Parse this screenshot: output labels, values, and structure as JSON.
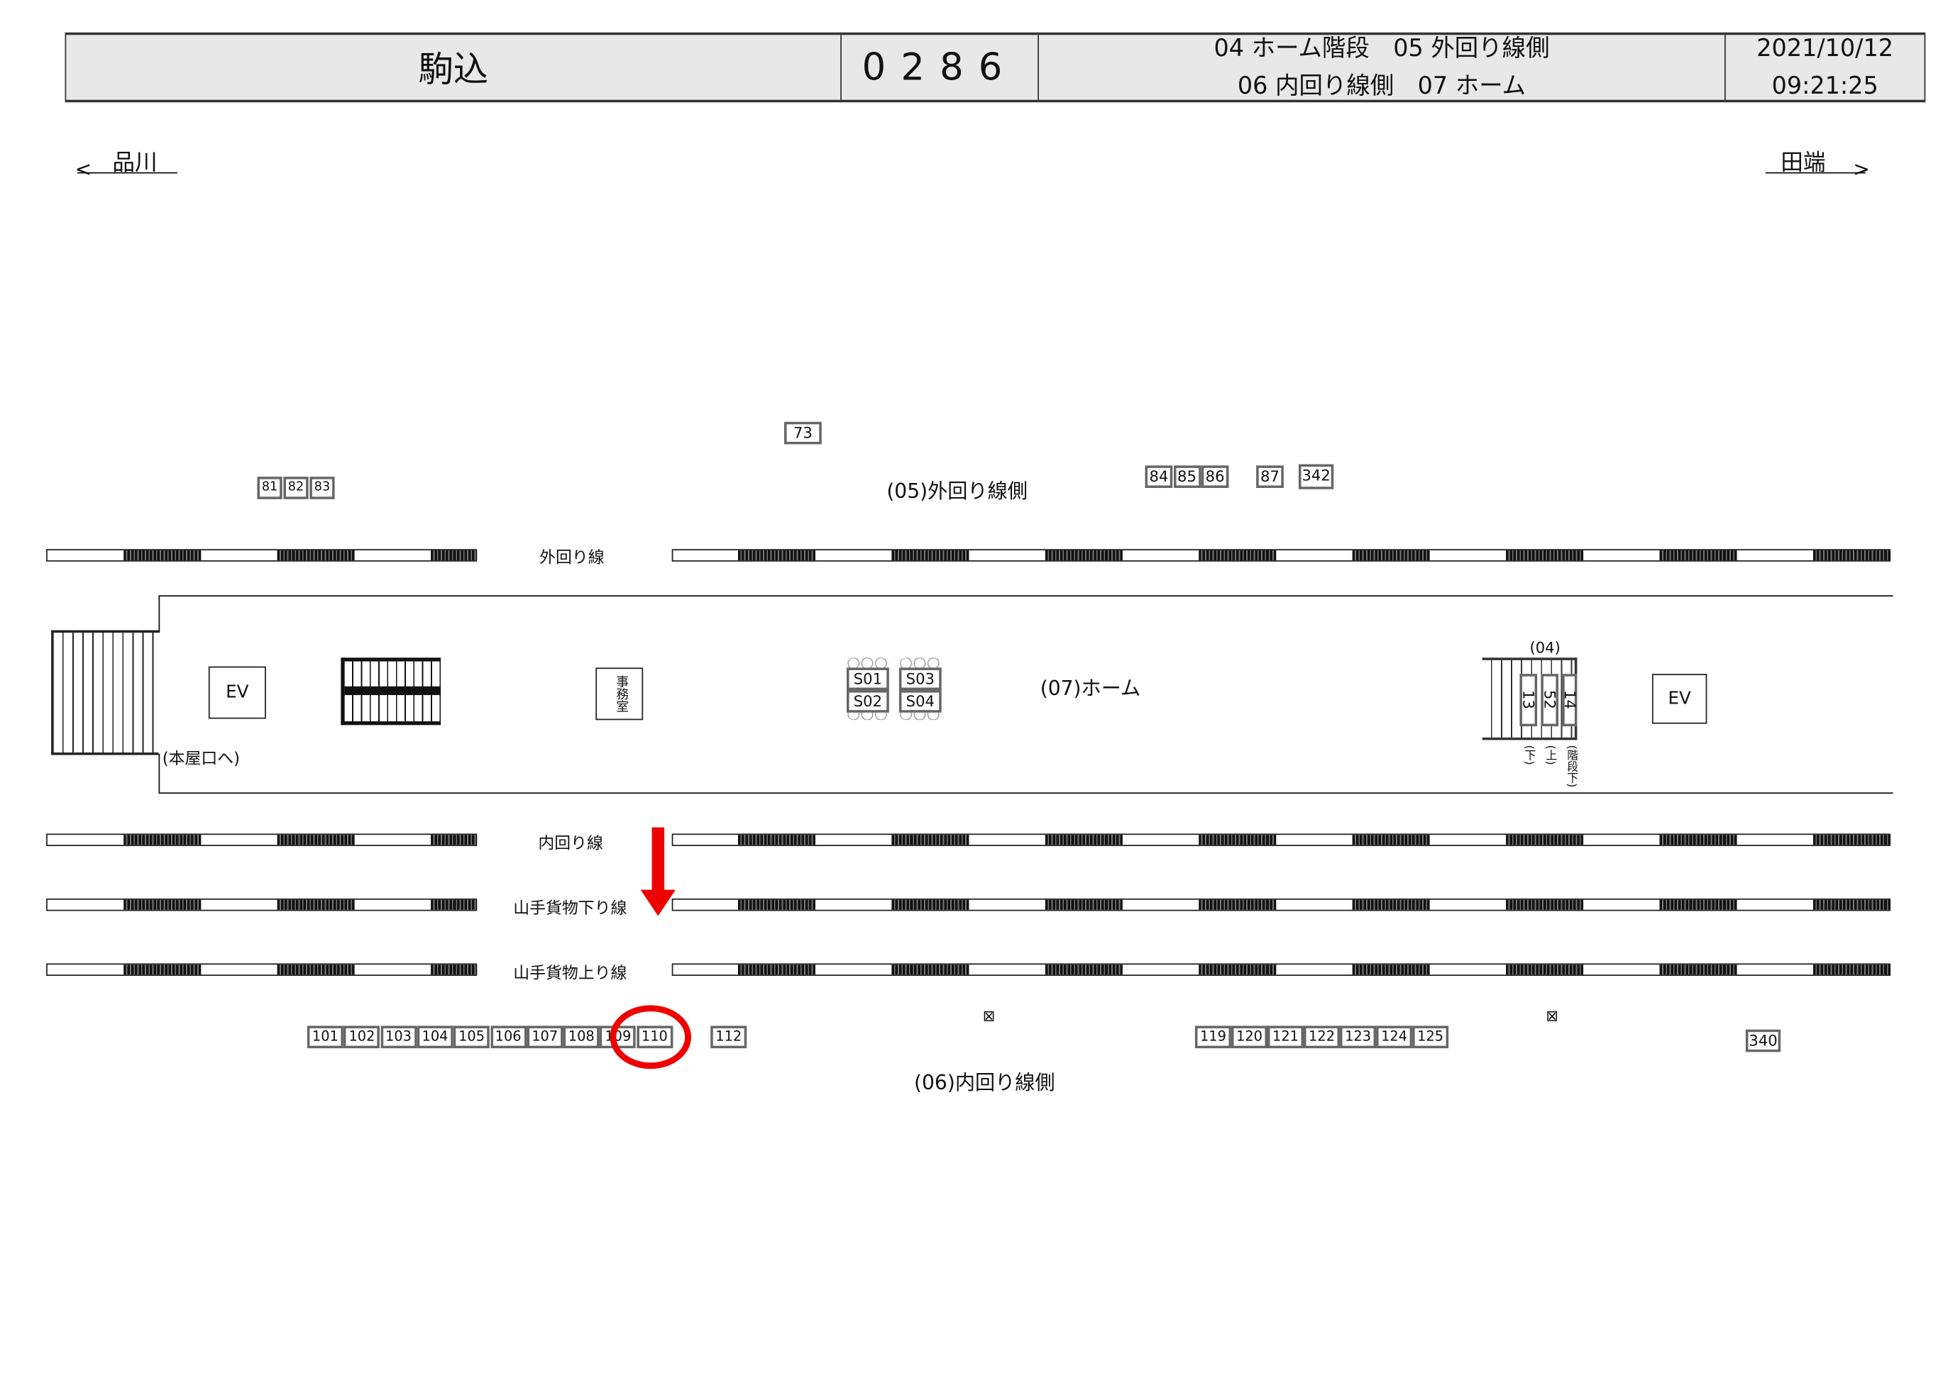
{
  "header": {
    "station": "駒込",
    "code": "0286",
    "legend_line1": "04 ホーム階段　05 外回り線側",
    "legend_line2": "06 内回り線側　07 ホーム",
    "date": "2021/10/12",
    "time": "09:21:25"
  },
  "directions": {
    "left": "品川",
    "right": "田端"
  },
  "areas": {
    "outer_side": "(05)外回り線側",
    "inner_side": "(06)内回り線側",
    "platform": "(07)ホーム",
    "stairs": "(04)",
    "to_exit": "(本屋口へ)",
    "office": "事務室"
  },
  "tracks": [
    "外回り線",
    "内回り線",
    "山手貨物下り線",
    "山手貨物上り線"
  ],
  "elevators": [
    "EV",
    "EV"
  ],
  "top_boxes": {
    "group_a": [
      "81",
      "82",
      "83"
    ],
    "single_73": "73",
    "group_b": [
      "84",
      "85",
      "86"
    ],
    "single_87": "87",
    "single_342": "342"
  },
  "platform_boxes": {
    "benches_left": [
      "S01",
      "S02"
    ],
    "benches_right": [
      "S03",
      "S04"
    ],
    "stair_boxes": [
      "13",
      "52",
      "14"
    ],
    "stair_notes": [
      "(下)",
      "(上)",
      "(階段下)"
    ]
  },
  "bottom_boxes": {
    "group_a": [
      "101",
      "102",
      "103",
      "104",
      "105",
      "106",
      "107",
      "108",
      "109",
      "110"
    ],
    "single_112": "112",
    "group_b": [
      "119",
      "120",
      "121",
      "122",
      "123",
      "124",
      "125"
    ],
    "single_340": "340"
  },
  "highlight": {
    "target": "110",
    "color": "#ee0000"
  }
}
